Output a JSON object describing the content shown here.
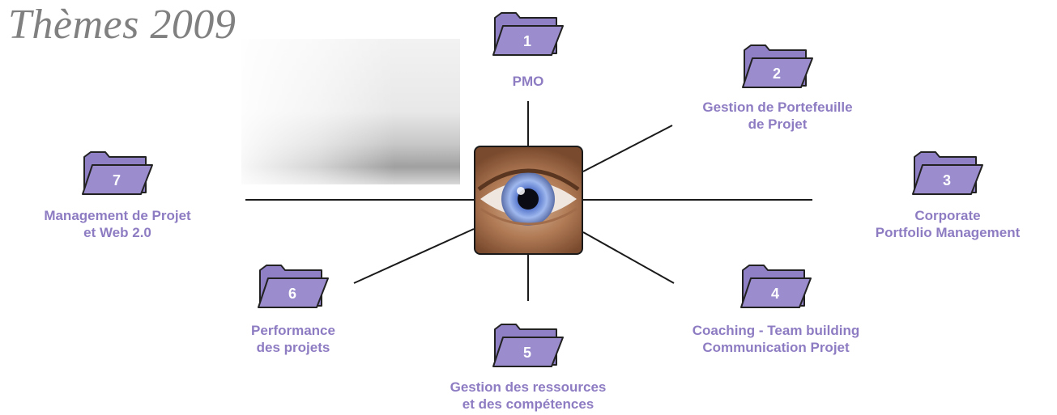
{
  "title": "Thèmes 2009",
  "colors": {
    "folder_fill": "#9b8ccd",
    "folder_tab": "#8f7fc4",
    "folder_stroke": "#222222",
    "label": "#8e7cc3",
    "line": "#1a1a1a"
  },
  "center_image": "eye-photo",
  "themes": [
    {
      "number": "1",
      "lines": [
        "PMO"
      ]
    },
    {
      "number": "2",
      "lines": [
        "Gestion de Portefeuille",
        "de Projet"
      ]
    },
    {
      "number": "3",
      "lines": [
        "Corporate",
        "Portfolio Management"
      ]
    },
    {
      "number": "4",
      "lines": [
        "Coaching - Team building",
        "Communication Projet"
      ]
    },
    {
      "number": "5",
      "lines": [
        "Gestion des ressources",
        "et des compétences"
      ]
    },
    {
      "number": "6",
      "lines": [
        "Performance",
        "des projets"
      ]
    },
    {
      "number": "7",
      "lines": [
        "Management de Projet",
        "et Web 2.0"
      ]
    }
  ]
}
